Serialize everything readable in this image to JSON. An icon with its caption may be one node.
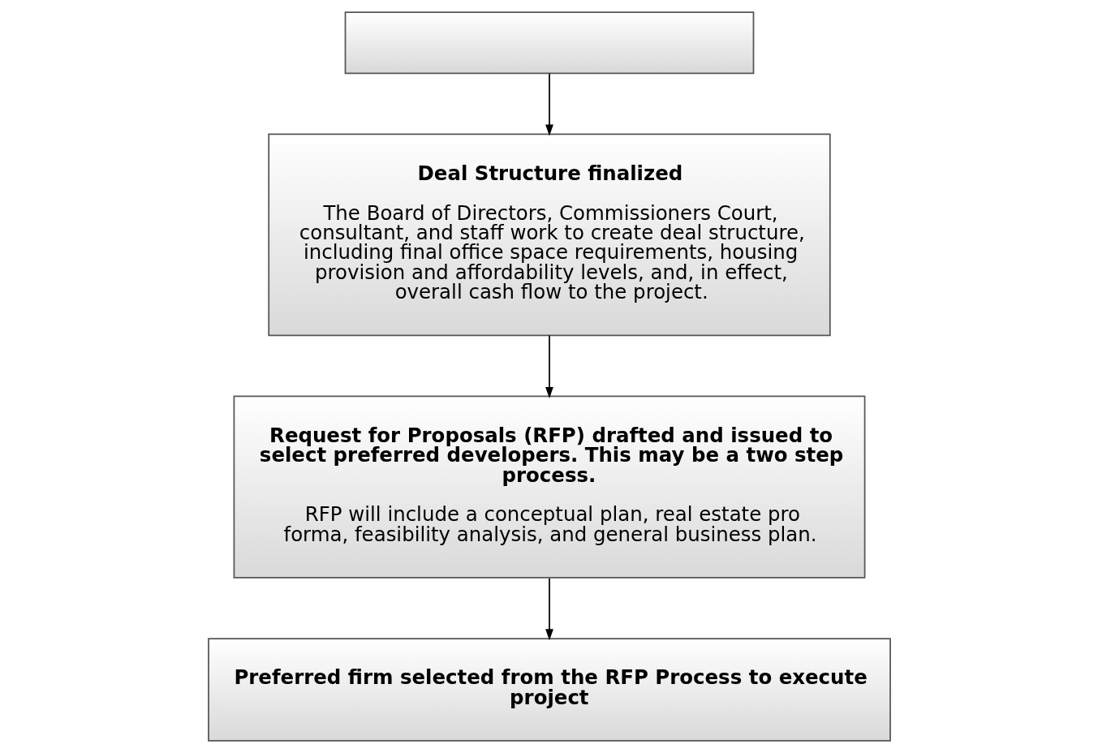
{
  "diagram": {
    "nodes": [
      {
        "text": [],
        "shape": "box"
      },
      {
        "text": [
          "Deal Structure finalized",
          "The Board of Directors, Commissioners Court, consultant, and staff work to create deal structure, including final office space requirements, housing provision and affordability levels, and, in effect, overall cash flow to the project."
        ]
      },
      {
        "text": [
          "Request for Proposals (RFP) drafted and issued to select preferred developers. This may be a two step process.",
          "RFP will include a conceptual plan, real estate pro forma, feasibility analysis, and general business plan."
        ]
      },
      {
        "text": [
          "Preferred firm selected from the RFP Process to execute project"
        ]
      }
    ],
    "edges": [
      {
        "from": 0,
        "to": 1,
        "arrow": "to"
      },
      {
        "from": 1,
        "to": 2,
        "arrow": "to"
      },
      {
        "from": 2,
        "to": 3,
        "arrow": "to"
      }
    ]
  }
}
